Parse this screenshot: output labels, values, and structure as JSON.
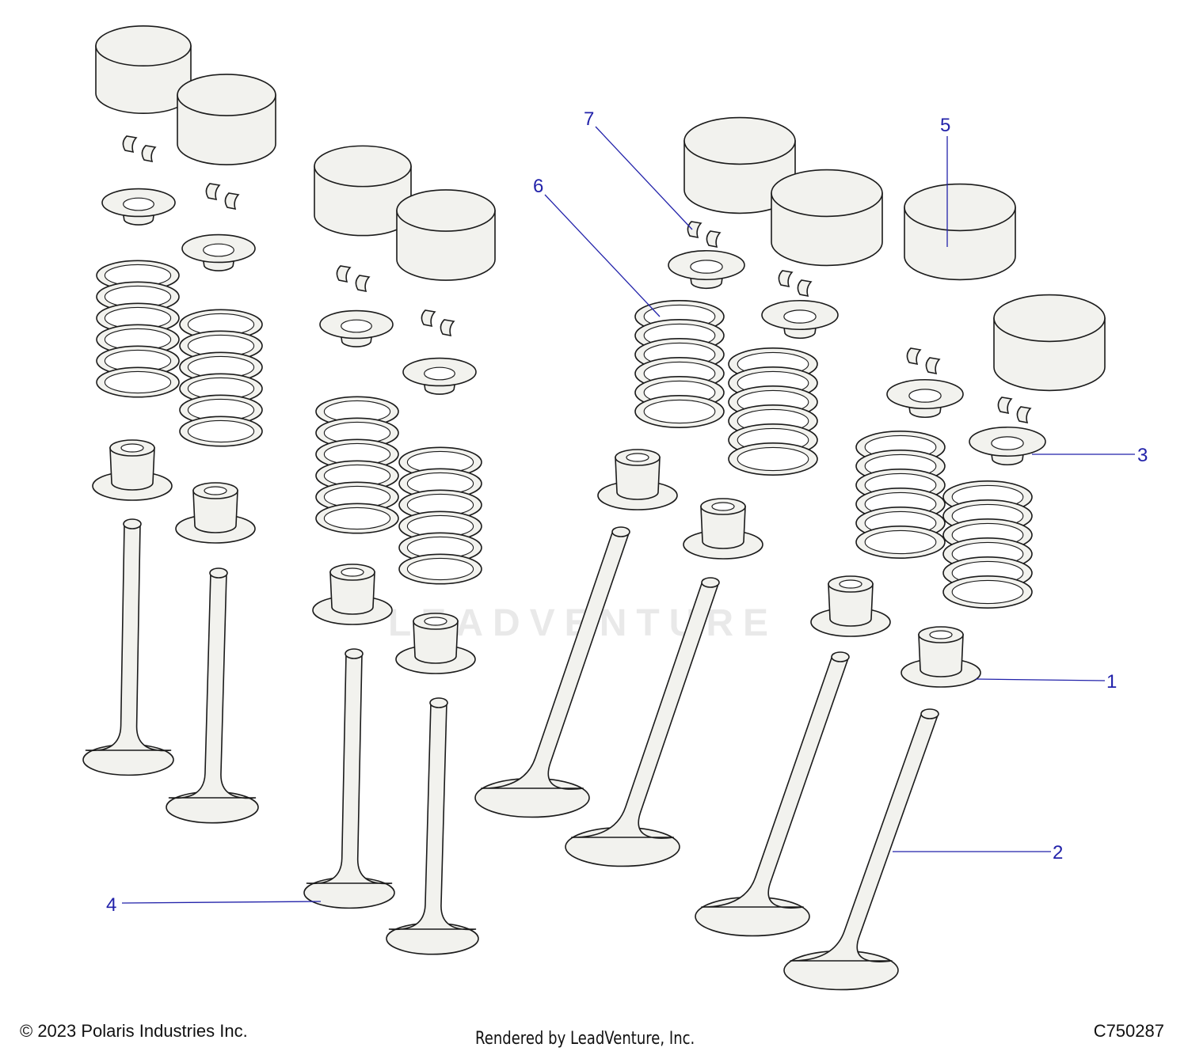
{
  "watermark": "LEADVENTURE",
  "footer": {
    "copyright": "© 2023 Polaris Industries Inc.",
    "rendered_by": "Rendered by LeadVenture, Inc.",
    "diagram_id": "C750287"
  },
  "callouts": [
    {
      "id": "1",
      "label": "1"
    },
    {
      "id": "2",
      "label": "2"
    },
    {
      "id": "3",
      "label": "3"
    },
    {
      "id": "4",
      "label": "4"
    },
    {
      "id": "5",
      "label": "5"
    },
    {
      "id": "6",
      "label": "6"
    },
    {
      "id": "7",
      "label": "7"
    }
  ],
  "colors": {
    "line": "#1b1b1b",
    "fill": "#f2f2ee",
    "callout": "#2222aa"
  }
}
